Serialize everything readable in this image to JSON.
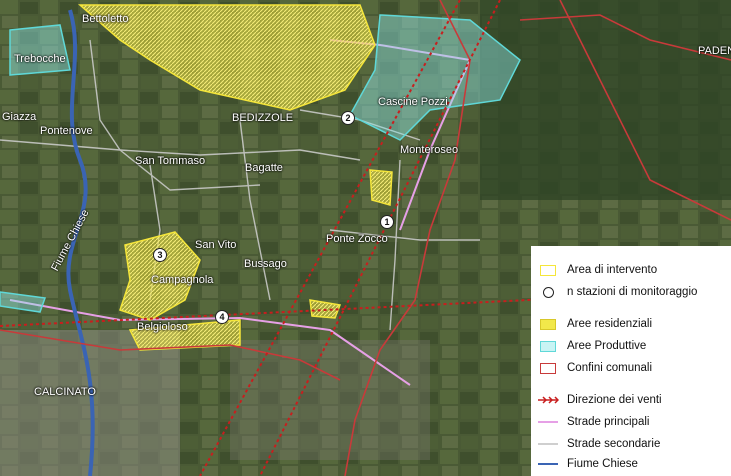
{
  "places": {
    "bettoletto": "Bettoletto",
    "trebocche": "Trebocche",
    "giazza": "Giazza",
    "pontenove": "Pontenove",
    "bedizzole": "BEDIZZOLE",
    "san_tommaso": "San Tommaso",
    "bagatte": "Bagatte",
    "cascine_pozzi": "Cascine Pozzi",
    "monteroseo": "Monteroseo",
    "padenghe": "PADEN",
    "ponte_zocco": "Ponte Zocco",
    "san_vito": "San Vito",
    "bussago": "Bussago",
    "campagnola": "Campagnola",
    "belgioioso": "Belgioloso",
    "calcinato": "CALCINATO",
    "fiume_chiese": "Fiume Chiese"
  },
  "stations": [
    "1",
    "2",
    "3",
    "4"
  ],
  "legend": {
    "items": [
      {
        "label": "Area di intervento",
        "symbol": "outline-box",
        "color": "#f5e63a"
      },
      {
        "label": "n stazioni di monitoraggio",
        "symbol": "circle",
        "color": "#222222"
      },
      {
        "label": "Aree residenziali",
        "symbol": "filled-box",
        "color": "#f2e84a"
      },
      {
        "label": "Aree Produttive",
        "symbol": "filled-box",
        "color": "#8fe6e6"
      },
      {
        "label": "Confini comunali",
        "symbol": "outline-box",
        "color": "#c83a3a"
      },
      {
        "label": "Direzione dei venti",
        "symbol": "arrow-line",
        "color": "#c81e1e"
      },
      {
        "label": "Strade principali",
        "symbol": "line",
        "color": "#e6a0e6"
      },
      {
        "label": "Strade secondarie",
        "symbol": "line",
        "color": "#cfcfcf"
      },
      {
        "label": "Fiume Chiese",
        "symbol": "line",
        "color": "#3a64b4"
      }
    ]
  }
}
